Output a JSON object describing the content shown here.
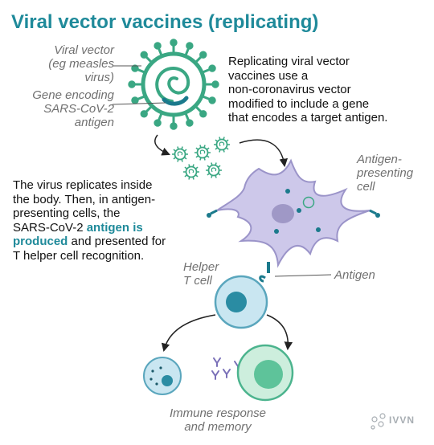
{
  "title": "Viral vector vaccines (replicating)",
  "labels": {
    "viral_vector_line1": "Viral vector",
    "viral_vector_line2": "(eg measles",
    "viral_vector_line3": "virus)",
    "gene_line1": "Gene encoding",
    "gene_line2": "SARS-CoV-2",
    "gene_line3": "antigen",
    "apc_line1": "Antigen-",
    "apc_line2": "presenting",
    "apc_line3": "cell",
    "helper_line1": "Helper",
    "helper_line2": "T cell",
    "antigen": "Antigen",
    "immune_line1": "Immune response",
    "immune_line2": "and memory"
  },
  "descriptions": {
    "vector_line1": "Replicating viral vector",
    "vector_line2": "vaccines use a",
    "vector_line3": "non-coronavirus vector",
    "vector_line4": "modified to include a gene",
    "vector_line5": "that encodes a target antigen.",
    "replicate_line1": "The virus replicates inside",
    "replicate_line2": "the body. Then, in antigen-",
    "replicate_line3": "presenting cells, the",
    "replicate_line4_pre": "SARS-CoV-2 ",
    "replicate_line4_hl": "antigen is",
    "replicate_line5_hl": "produced",
    "replicate_line5_post": " and presented for",
    "replicate_line6": "T helper cell recognition."
  },
  "logo": {
    "text": "IVVN"
  },
  "colors": {
    "title": "#1f8a9a",
    "virus": "#3aa783",
    "gene": "#1b7a8c",
    "apc": "#cdc8ea",
    "tcell": "#c9e6f1",
    "memory_cell": "#cdeedd"
  }
}
